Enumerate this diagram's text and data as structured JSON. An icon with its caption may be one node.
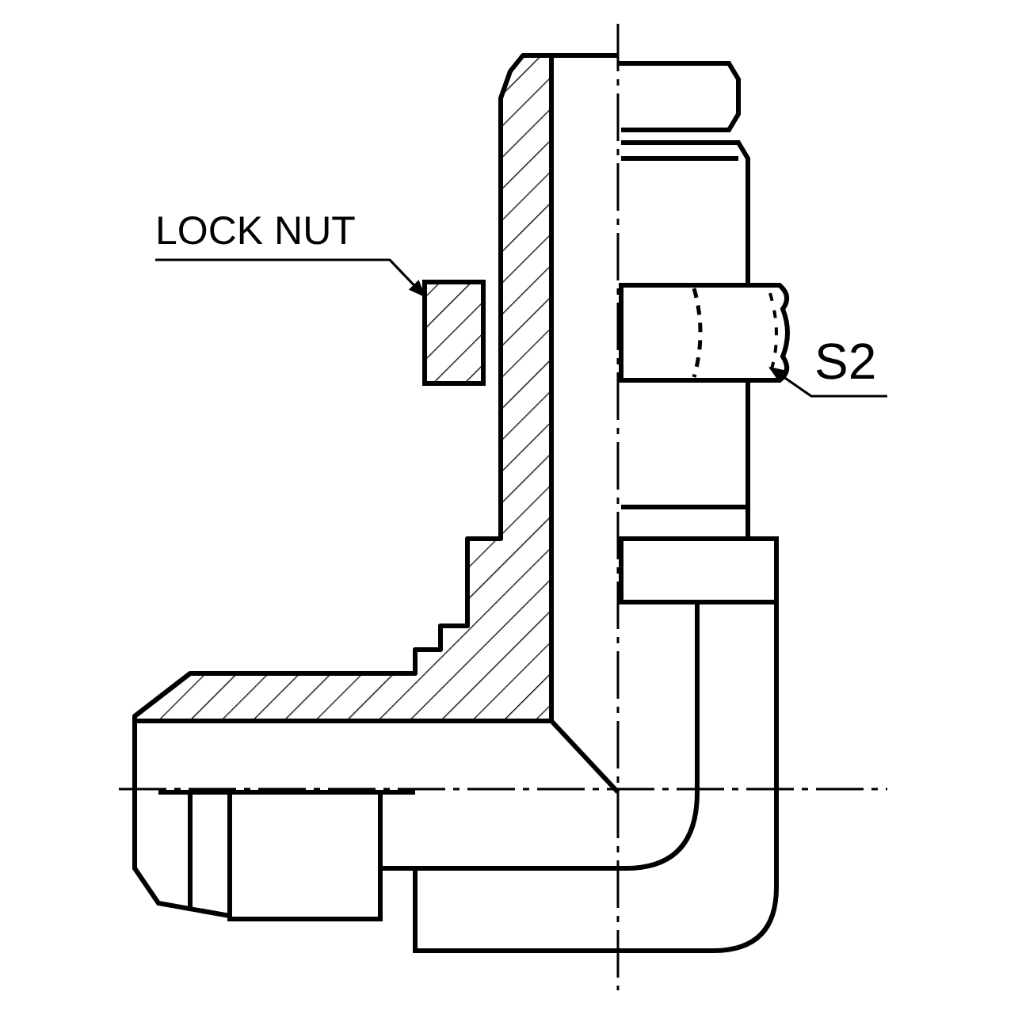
{
  "diagram": {
    "nodes": [
      {
        "text": [
          "LOCK NUT"
        ]
      },
      {
        "text": [],
        "shape": "box"
      },
      {
        "text": [
          "S2"
        ]
      },
      {
        "text": [],
        "shape": "box"
      }
    ],
    "edges": [
      {
        "from": 0,
        "to": 1,
        "arrow": "to"
      },
      {
        "from": 2,
        "to": 3,
        "arrow": "to"
      }
    ]
  }
}
